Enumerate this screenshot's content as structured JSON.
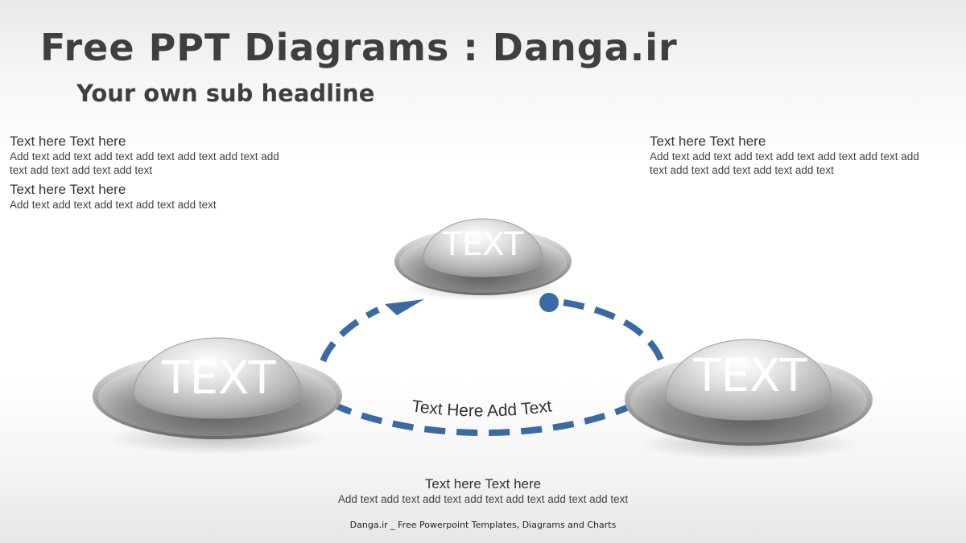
{
  "header": {
    "title": "Free PPT Diagrams : Danga.ir",
    "subtitle": "Your own sub headline"
  },
  "blocks": {
    "top_left_1": {
      "heading": "Text here Text here",
      "body_lines": [
        "Add text add text add text add text add text add text add",
        "text add text add text add text"
      ]
    },
    "top_left_2": {
      "heading": "Text here Text here",
      "body_lines": [
        "Add text add text add text add text add text"
      ]
    },
    "top_right": {
      "heading": "Text here Text here",
      "body_lines": [
        "Add text add text add text add text add text add text add",
        "text add text add text add text add text"
      ]
    },
    "bottom": {
      "heading": "Text here Text here",
      "body_lines": [
        "Add text add text add text add text add text add text add text"
      ]
    }
  },
  "diagram": {
    "nodes": [
      {
        "id": "top",
        "label": "TEXT"
      },
      {
        "id": "left",
        "label": "TEXT"
      },
      {
        "id": "right",
        "label": "TEXT"
      }
    ],
    "cycle_label": "Text Here Add Text",
    "colors": {
      "arrow": "#3a6aa3",
      "dome": "#b5b5b5",
      "brim": "#8c8c8c"
    }
  },
  "footer": {
    "text": "Danga.ir _ Free Powerpoint Templates, Diagrams and Charts"
  }
}
